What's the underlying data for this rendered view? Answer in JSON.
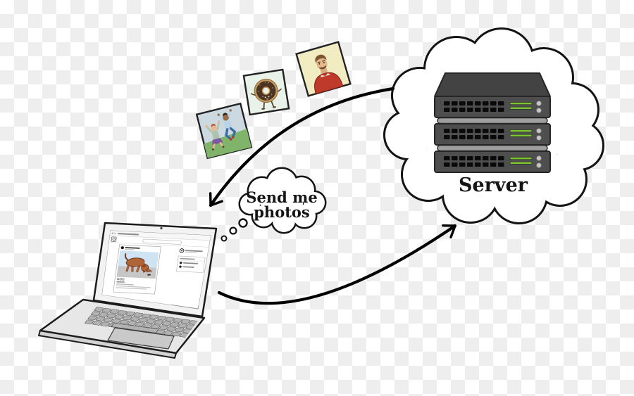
{
  "cloud": {
    "label": "Server"
  },
  "bubble": {
    "line1": "Send me",
    "line2": "photos"
  },
  "colors": {
    "checker_light": "#ffffff",
    "checker_dark": "#eeeeee",
    "outline_black": "#141414",
    "server_body": "#4e4e4e",
    "server_separator": "#9e9e9e",
    "server_led_green": "#7cc52f",
    "feed_sky_blue": "#cfe4f3",
    "dog_brown": "#b06538",
    "grass_green": "#7fb46a",
    "donut_chocolate": "#4c3423",
    "shirt_red": "#bf3a2a",
    "laptop_gray": "#e7e7e7"
  },
  "icons": {
    "cloud_icon": "server-cloud",
    "arrow_down_icon": "cloud-to-laptop-arrow",
    "arrow_up_icon": "laptop-to-cloud-arrow",
    "photo_icons": [
      "people-jumping-photo",
      "donut-photo",
      "portrait-photo"
    ],
    "laptop_icon": "laptop-with-social-feed",
    "thought_bubble_icon": "thought-bubble"
  }
}
